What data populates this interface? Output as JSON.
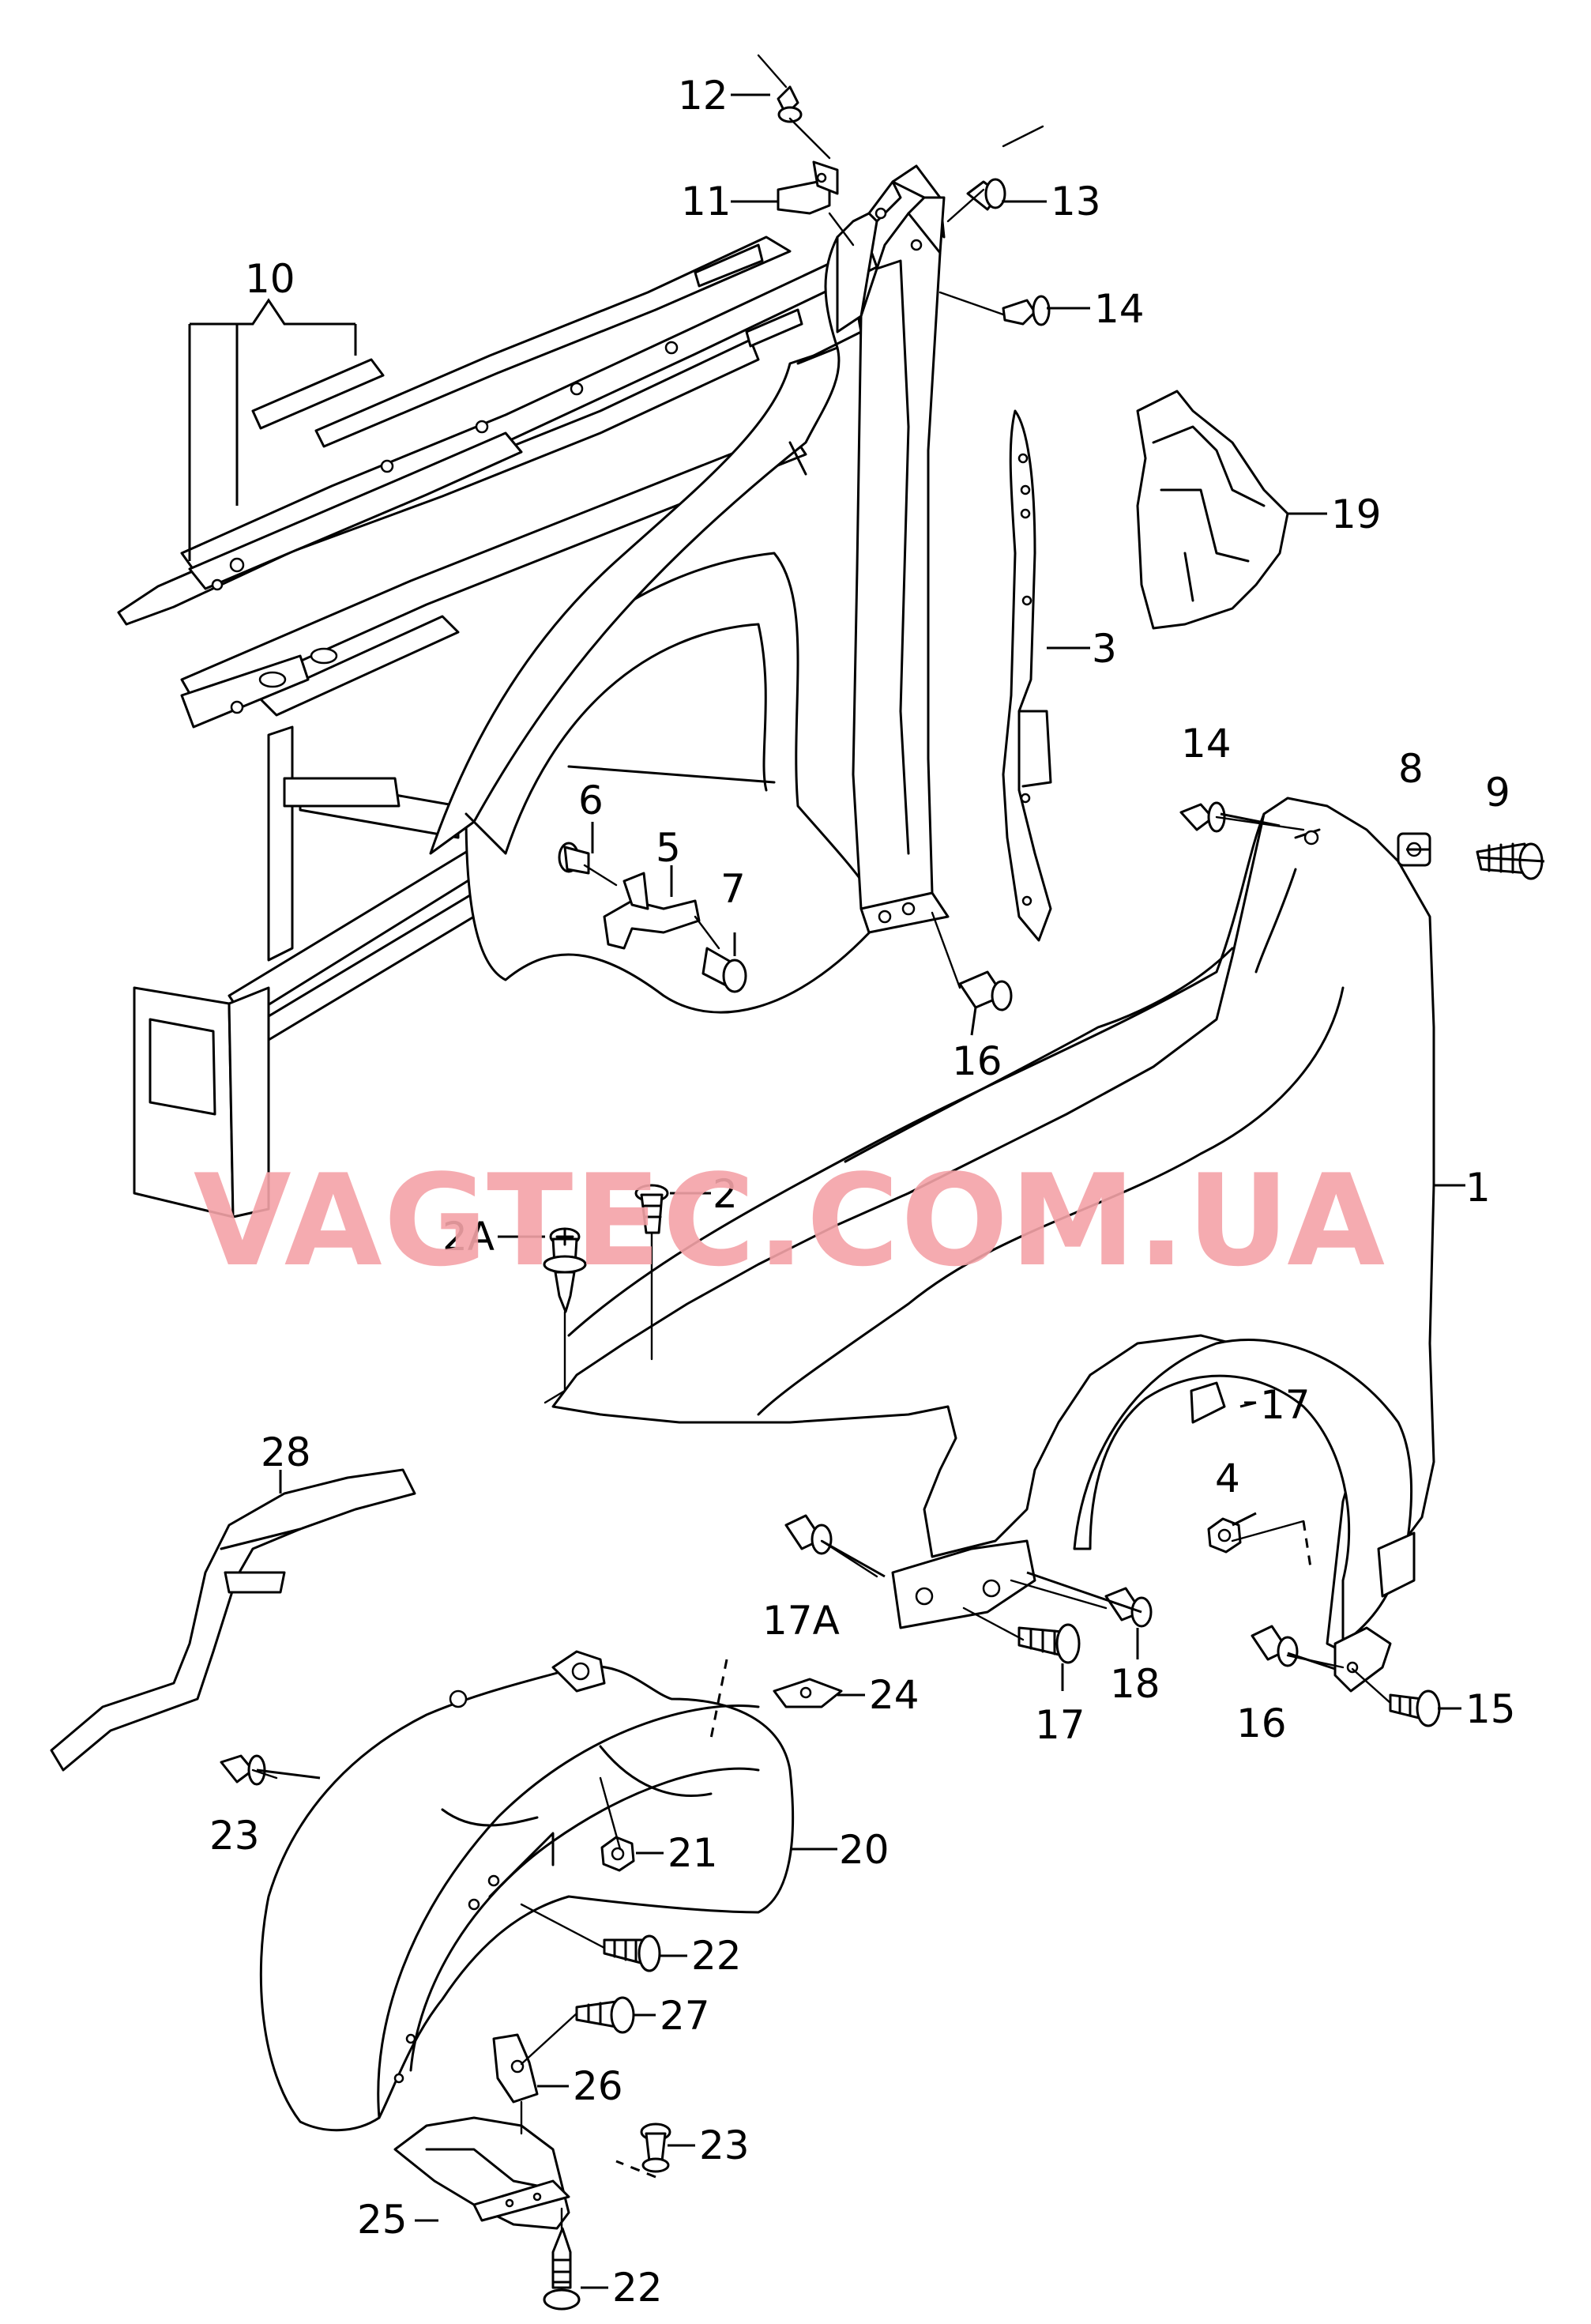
{
  "watermark": {
    "text": "VAGTEC.COM.UA",
    "color": "#f4a3a8"
  },
  "callouts": [
    "1",
    "2",
    "2A",
    "3",
    "4",
    "5",
    "6",
    "7",
    "8",
    "9",
    "10",
    "11",
    "12",
    "13",
    "14",
    "14",
    "15",
    "16",
    "16",
    "17",
    "17",
    "17",
    "17A",
    "18",
    "19",
    "20",
    "21",
    "22",
    "22",
    "22",
    "23",
    "23",
    "24",
    "25",
    "26",
    "27",
    "28"
  ]
}
